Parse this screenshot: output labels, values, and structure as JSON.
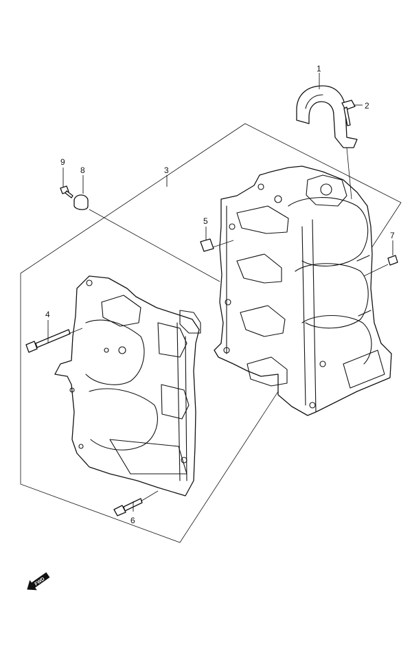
{
  "callouts": {
    "c1": "1",
    "c2": "2",
    "c3": "3",
    "c4": "4",
    "c5": "5",
    "c6": "6",
    "c7": "7",
    "c8": "8",
    "c9": "9"
  },
  "direction_badge": {
    "label": "FWD"
  },
  "colors": {
    "line": "#111111",
    "background": "#ffffff"
  }
}
